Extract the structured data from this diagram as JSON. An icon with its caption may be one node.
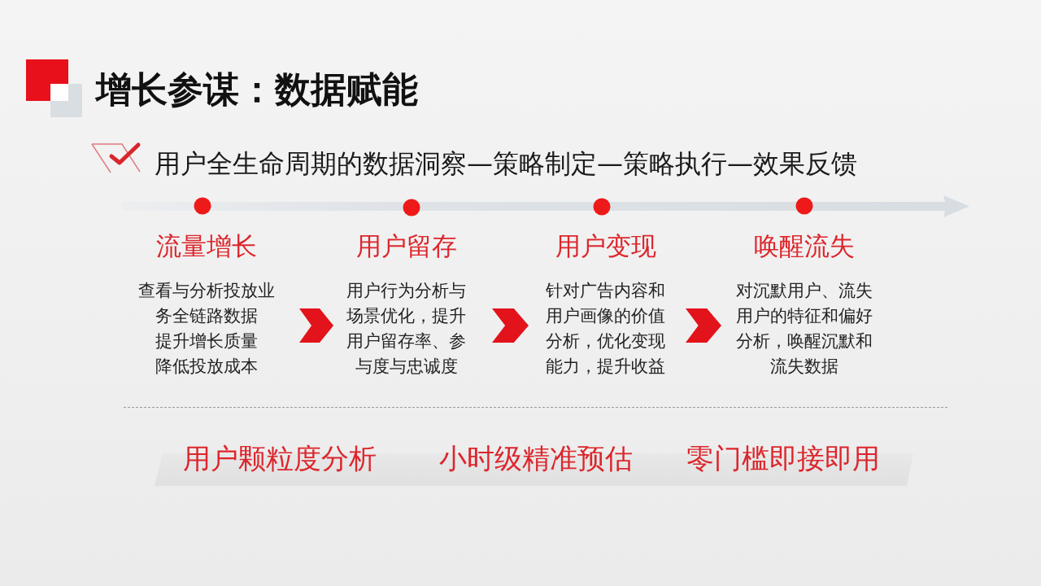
{
  "diagram": {
    "title": "增长参谋：数据赋能",
    "nodes": [
      {
        "text": [
          "流量增长",
          "查看与分析投放业务全链路数据",
          "提升增长质量",
          "降低投放成本"
        ]
      },
      {
        "text": [
          "用户留存",
          "用户行为分析与场景优化，提升用户留存率、参与度与忠诚度"
        ]
      },
      {
        "text": [
          "用户变现",
          "针对广告内容和用户画像的价值分析，优化变现能力，提升收益"
        ]
      },
      {
        "text": [
          "唤醒流失",
          "对沉默用户、流失用户的特征和偏好分析，唤醒沉默和流失数据"
        ]
      },
      {
        "text": [
          "用户颗粒度分析",
          "小时级精准预估",
          "零门槛即接即用"
        ]
      }
    ],
    "edges": [
      {
        "from": 0,
        "to": 1,
        "arrow": "to"
      },
      {
        "from": 1,
        "to": 2,
        "arrow": "to"
      },
      {
        "from": 2,
        "to": 3,
        "arrow": "to"
      }
    ],
    "labels": [
      "用户全生命周期的数据洞察—策略制定—策略执行—效果反馈"
    ]
  }
}
